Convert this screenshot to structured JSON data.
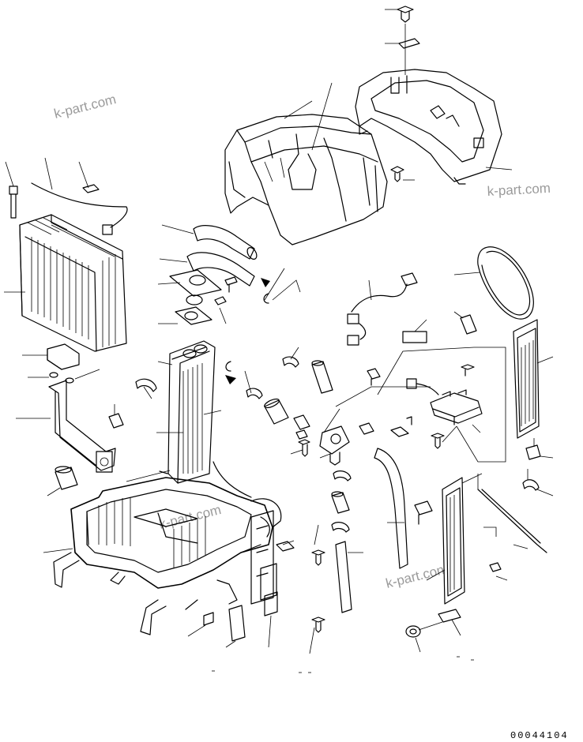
{
  "diagram": {
    "watermark_text": "k-part.com",
    "watermark_text_alt": "k-part.con",
    "drawing_code": "00044104"
  }
}
